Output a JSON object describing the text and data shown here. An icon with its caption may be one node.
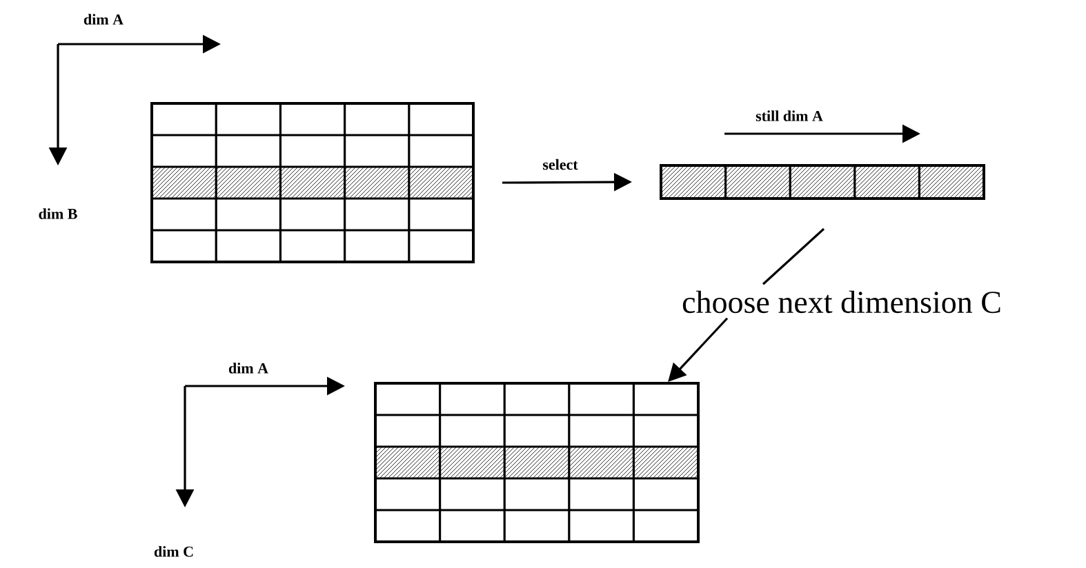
{
  "diagram": {
    "nodes": [
      {
        "text": [],
        "shape": "box"
      },
      {
        "text": [],
        "shape": "bar"
      },
      {
        "text": [],
        "shape": "box"
      },
      {
        "text": [
          "choose next dimension C"
        ]
      }
    ],
    "edges": [
      {
        "from": 0,
        "to": 1,
        "arrow": "to",
        "label": "select"
      },
      {
        "from": 1,
        "to": 3,
        "arrow": "none"
      },
      {
        "from": 3,
        "to": 2,
        "arrow": "to"
      }
    ],
    "labels": [
      "dim A",
      "dim B",
      "still dim A",
      "dim A",
      "dim C"
    ]
  }
}
